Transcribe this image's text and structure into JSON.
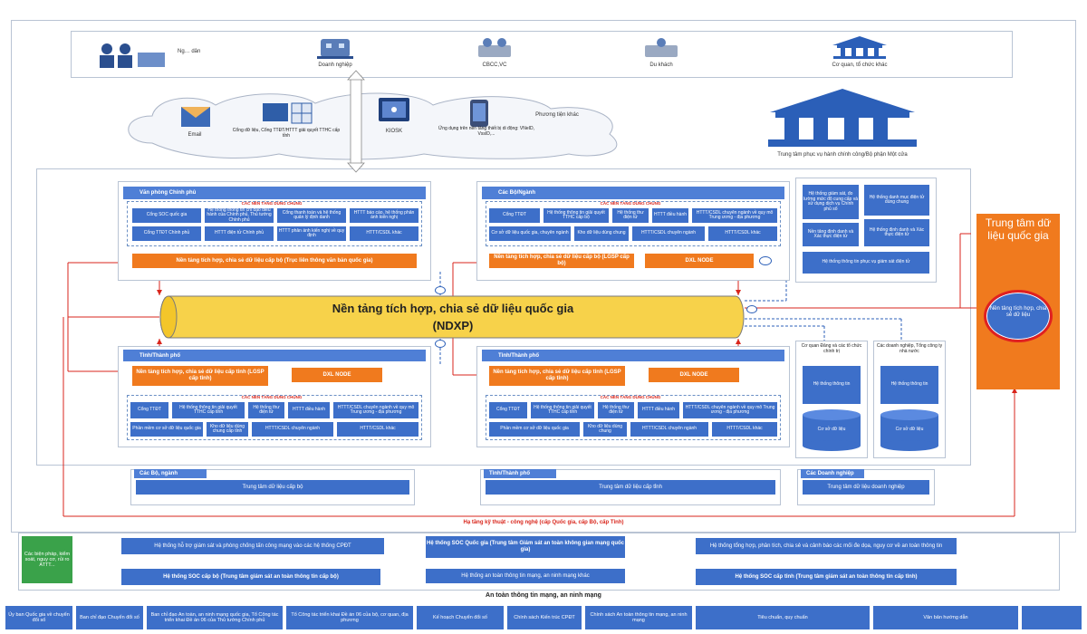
{
  "users": {
    "items": [
      {
        "label": "Doanh nghiệp",
        "icon": "building-icon"
      },
      {
        "label": "CBCC,VC",
        "icon": "people-icon"
      },
      {
        "label": "Du khách",
        "icon": "traveler-icon"
      },
      {
        "label": "Cơ quan, tổ chức khác",
        "icon": "institution-icon"
      }
    ],
    "left_label": "Ng… dân"
  },
  "channels": {
    "email": "Email",
    "portal": "Cổng dữ liệu, Cổng TTĐT/HTTT giải quyết TTHC cấp tỉnh",
    "kiosk": "KIOSK",
    "mobile": "Ứng dụng trên nền tảng thiết bị di động: VNeID, VssID,...",
    "other": "Phương tiện khác"
  },
  "service_center": "Trung tâm phục vụ hành chính công/Bộ phận Một cửa",
  "top_left": {
    "title": "Văn phòng Chính phủ",
    "sub_header": "CÁC NỀN TẢNG DÙNG CHUNG",
    "cells": [
      "Cổng SOC quốc gia",
      "Hệ thống thông tin chỉ đạo điều hành của Chính phủ, Thủ tướng Chính phủ",
      "Cổng thanh toán và hệ thống quản lý định danh",
      "HTTT báo cáo, hệ thống phản ánh kiến nghị",
      "Cổng TTĐT Chính phủ",
      "HTTT điện tử Chính phủ",
      "HTTT phản ánh kiến nghị về quy định",
      "HTTT/CSDL khác"
    ],
    "integration": "Nền tảng tích hợp, chia sẻ dữ liệu cấp bộ (Trục liên thông văn bản quốc gia)"
  },
  "top_right": {
    "title": "Các Bộ/Ngành",
    "sub_header": "CÁC NỀN TẢNG DÙNG CHUNG",
    "cells": [
      "Cổng TTĐT",
      "Hệ thống thông tin giải quyết TTHC cấp bộ",
      "Hệ thống thư điện tử",
      "HTTT điều hành",
      "HTTT/CSDL chuyên ngành về quy mô Trung ương - địa phương",
      "Cơ sở dữ liệu quốc gia, chuyên ngành",
      "Kho dữ liệu dùng chung",
      "HTTT/CSDL chuyên ngành",
      "HTTT/CSDL khác"
    ],
    "integration": "Nền tảng tích hợp, chia sẻ dữ liệu cấp bộ (LGSP cấp bộ)",
    "dxl": "DXL NODE"
  },
  "bottom_left": {
    "title": "Tỉnh/Thành phố",
    "integration": "Nền tảng tích hợp, chia sẻ dữ liệu cấp tỉnh (LGSP cấp tỉnh)",
    "dxl": "DXL NODE",
    "sub_header": "CÁC NỀN TẢNG DÙNG CHUNG",
    "cells": [
      "Cổng TTĐT",
      "Hệ thống thông tin giải quyết TTHC cấp tỉnh",
      "Hệ thống thư điện tử",
      "HTTT điều hành",
      "HTTT/CSDL chuyên ngành về quy mô Trung ương - địa phương",
      "Phần mềm cơ sở dữ liệu quốc gia",
      "Kho dữ liệu dùng chung cấp tỉnh",
      "HTTT/CSDL chuyên ngành",
      "HTTT/CSDL khác"
    ]
  },
  "bottom_right": {
    "title": "Tỉnh/Thành phố",
    "integration": "Nền tảng tích hợp, chia sẻ dữ liệu cấp tỉnh (LGSP cấp tỉnh)",
    "dxl": "DXL NODE",
    "sub_header": "CÁC NỀN TẢNG DÙNG CHUNG",
    "cells": [
      "Cổng TTĐT",
      "Hệ thống thông tin giải quyết TTHC cấp tỉnh",
      "Hệ thống thư điện tử",
      "HTTT điều hành",
      "HTTT/CSDL chuyên ngành về quy mô Trung ương - địa phương",
      "Phần mềm cơ sở dữ liệu quốc gia",
      "Kho dữ liệu dùng chung",
      "HTTT/CSDL chuyên ngành",
      "HTTT/CSDL khác"
    ]
  },
  "ndxp": {
    "line1": "Nền tảng tích hợp, chia sẻ dữ liệu quốc gia",
    "line2": "(NDXP)"
  },
  "side_systems": [
    "Hệ thống giám sát, đo lường mức độ cung cấp và sử dụng dịch vụ Chính phủ số",
    "Hệ thống danh mục điện tử dùng chung",
    "Nền tảng định danh và Xác thực điện tử",
    "Hệ thống định danh và Xác thực điện tử",
    "Hệ thống thông tin phục vụ giám sát điện tử"
  ],
  "agencies": {
    "party": {
      "title": "Cơ quan Đảng và các tổ chức chính trị",
      "system": "Hệ thống thông tin",
      "db": "Cơ sở dữ liệu"
    },
    "enterprise": {
      "title": "Các doanh nghiệp, Tổng công ty nhà nước",
      "system": "Hệ thống thông tin",
      "db": "Cơ sở dữ liệu"
    }
  },
  "data_center": {
    "title": "Trung tâm dữ liệu quốc gia",
    "platform": "Nền tảng tích hợp, chia sẻ dữ liệu"
  },
  "data_centers_row": [
    {
      "title": "Các Bộ, ngành",
      "body": "Trung tâm dữ liệu cấp bộ"
    },
    {
      "title": "Tỉnh/Thành phố",
      "body": "Trung tâm dữ liệu cấp tỉnh"
    },
    {
      "title": "Các Doanh nghiệp",
      "body": "Trung tâm dữ liệu doanh nghiệp"
    }
  ],
  "infra_label": "Hạ tầng kỹ thuật - công nghệ (cấp Quốc gia, cấp Bộ, cấp Tỉnh)",
  "security": {
    "left_label": "Các biện pháp, kiểm soát, nguy cơ, rủi ro ATTT...",
    "support": "Hệ thống hỗ trợ giám sát và phòng chống tấn công mạng vào các hệ thống CPĐT",
    "soc_ministry": "Hệ thống SOC cấp bộ (Trung tâm giám sát an toàn thông tin cấp bộ)",
    "soc_national": "Hệ thống SOC Quốc gia (Trung tâm Giám sát an toàn không gian mạng quốc gia)",
    "safety": "Hệ thống an toàn thông tin mạng, an ninh mạng khác",
    "warning": "Hệ thống tổng hợp, phân tích, chia sẻ và cảnh báo các mối đe dọa, nguy cơ về an toàn thông tin",
    "soc_province": "Hệ thống SOC cấp tỉnh (Trung tâm giám sát an toàn thông tin cấp tỉnh)",
    "footer": "An toàn thông tin mạng, an ninh mạng"
  },
  "bottom_row": [
    "Ủy ban Quốc gia về chuyển đổi số",
    "Ban chỉ đạo Chuyển đổi số",
    "Ban chỉ đạo An toàn, an ninh mạng quốc gia, Tổ Công tác triển khai Đề án 06 của Thủ tướng Chính phủ",
    "Tổ Công tác triển khai Đề án 06 của bộ, cơ quan, địa phương",
    "Kế hoạch Chuyển đổi số",
    "Chính sách Kiến trúc CPĐT",
    "Chính sách An toàn thông tin mạng, an ninh mạng",
    "Tiêu chuẩn, quy chuẩn",
    "Văn bản hướng dẫn",
    ""
  ],
  "colors": {
    "blue": "#3d6fc9",
    "orange": "#f07a1e",
    "yellow": "#f7d24a",
    "red": "#d9261c"
  }
}
